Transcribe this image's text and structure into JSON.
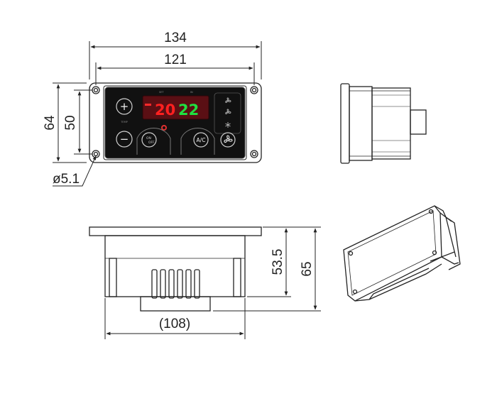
{
  "dimensions": {
    "overall_width": "134",
    "hole_spacing_width": "121",
    "overall_height": "64",
    "hole_spacing_height": "50",
    "hole_diameter": "ø5.1",
    "body_depth": "53.5",
    "total_depth": "65",
    "body_width": "(108)"
  },
  "panel": {
    "set_temp": "20",
    "actual_temp": "22",
    "label_set": "SET",
    "label_in": "IN",
    "label_temp": "TEMP",
    "plus": "+",
    "minus": "−",
    "power_label": "ON",
    "power_sub": "OFF",
    "ac_label": "A/C",
    "display_color_set": "#ff2020",
    "display_color_actual": "#20e040",
    "panel_color": "#111111"
  },
  "icons": [
    "plus-icon",
    "minus-icon",
    "power-icon",
    "fan-icon",
    "snowflake-icon"
  ]
}
